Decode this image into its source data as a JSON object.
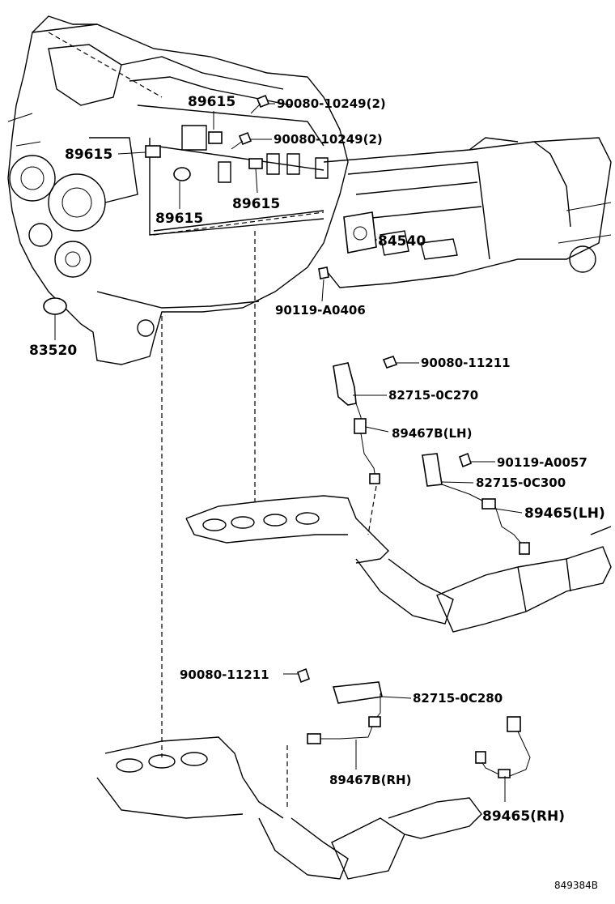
{
  "diagram": {
    "drawing_code": "849384B",
    "labels": [
      {
        "id": "p1",
        "text": "89615",
        "size": "big"
      },
      {
        "id": "p2",
        "text": "90080-10249(2)",
        "size": "mid"
      },
      {
        "id": "p3",
        "text": "90080-10249(2)",
        "size": "mid"
      },
      {
        "id": "p4",
        "text": "89615",
        "size": "big"
      },
      {
        "id": "p5",
        "text": "89615",
        "size": "big"
      },
      {
        "id": "p6",
        "text": "89615",
        "size": "big"
      },
      {
        "id": "p7",
        "text": "84540",
        "size": "big"
      },
      {
        "id": "p8",
        "text": "90119-A0406",
        "size": "mid"
      },
      {
        "id": "p9",
        "text": "83520",
        "size": "big"
      },
      {
        "id": "p10",
        "text": "90080-11211",
        "size": "mid"
      },
      {
        "id": "p11",
        "text": "82715-0C270",
        "size": "mid"
      },
      {
        "id": "p12",
        "text": "89467B(LH)",
        "size": "mid"
      },
      {
        "id": "p13",
        "text": "90119-A0057",
        "size": "mid"
      },
      {
        "id": "p14",
        "text": "82715-0C300",
        "size": "mid"
      },
      {
        "id": "p15",
        "text": "89465(LH)",
        "size": "big"
      },
      {
        "id": "p16",
        "text": "90080-11211",
        "size": "mid"
      },
      {
        "id": "p17",
        "text": "82715-0C280",
        "size": "mid"
      },
      {
        "id": "p18",
        "text": "89467B(RH)",
        "size": "mid"
      },
      {
        "id": "p19",
        "text": "89465(RH)",
        "size": "big"
      }
    ]
  }
}
